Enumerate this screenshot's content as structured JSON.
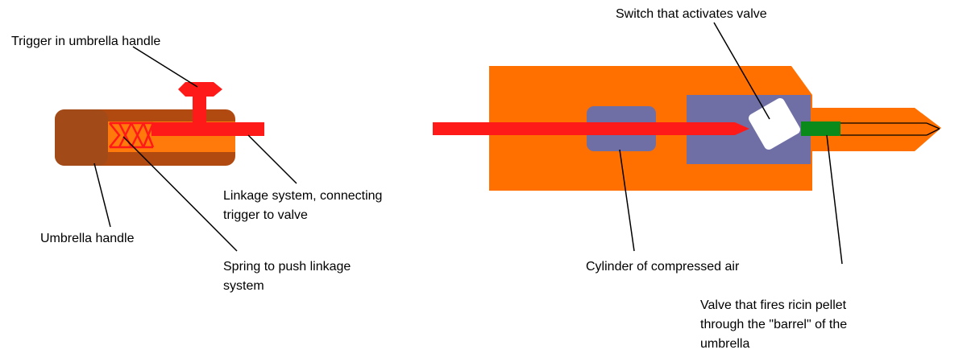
{
  "labels": {
    "trigger": "Trigger in umbrella handle",
    "linkage_1": "Linkage system, connecting",
    "linkage_2": "trigger to valve",
    "handle": "Umbrella handle",
    "spring_1": "Spring to push linkage",
    "spring_2": "system",
    "switch": "Switch that activates valve",
    "cylinder": "Cylinder of compressed air",
    "valve_1": "Valve that fires ricin pellet",
    "valve_2": "through the \"barrel\" of the",
    "valve_3": "umbrella"
  },
  "colors": {
    "handle_brown": "#b04a10",
    "handle_dark": "#8b3a0f",
    "handle_inner": "#ff7a0a",
    "linkage_red": "#ff1a1a",
    "body_orange": "#ff7000",
    "cylinder_slate": "#6f6fa5",
    "chamber_slate": "#6f6fa5",
    "valve_green": "#0a8a1a",
    "switch_white": "#ffffff"
  }
}
